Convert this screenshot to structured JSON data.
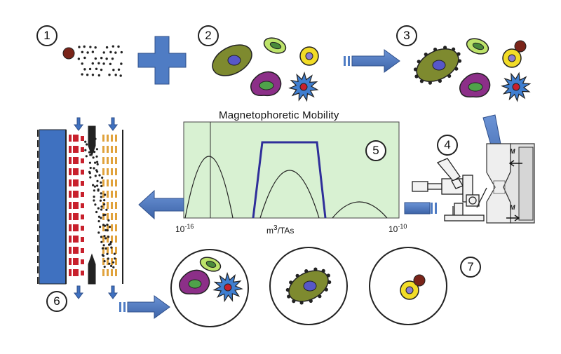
{
  "steps": [
    "1",
    "2",
    "3",
    "4",
    "5",
    "6",
    "7"
  ],
  "chart": {
    "title": "Magnetophoretic Mobility",
    "x_min_base": "10",
    "x_min_exp": "-16",
    "x_max_base": "10",
    "x_max_exp": "-10",
    "x_unit_pre": "m",
    "x_unit_exp": "3",
    "x_unit_post": "/TAs"
  },
  "magnet_labels": [
    "M",
    "M"
  ],
  "colors": {
    "arrow_blue": "#4f7cc4",
    "chart_bg": "#d8f1d2",
    "cell_olive": "#7e8a2f",
    "cell_purple": "#8c2f88",
    "cell_yellow": "#f2dc27",
    "cell_lime": "#bde36a",
    "cell_spiky": "#3f7ed0",
    "particle": "#222222",
    "bead": "#7a2419",
    "column_blue": "#3f71c0",
    "red_wire": "#c8202c",
    "orange_wire": "#e0a23c"
  }
}
